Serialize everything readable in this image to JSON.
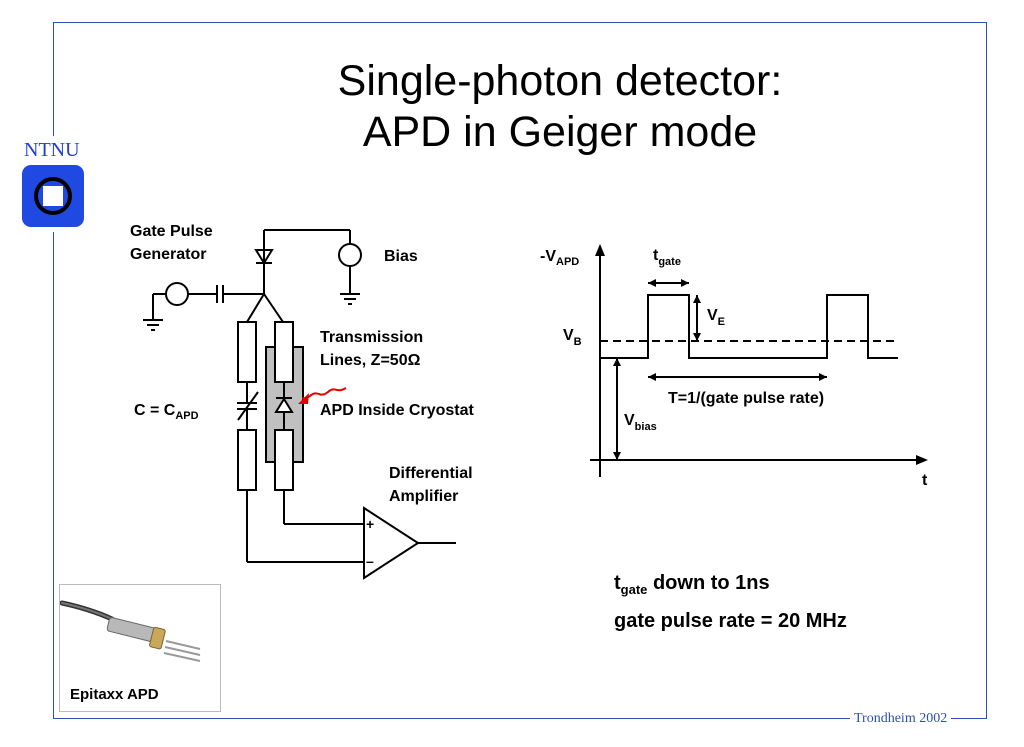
{
  "slide": {
    "title_line1": "Single-photon detector:",
    "title_line2": "APD in Geiger mode",
    "footer": "Trondheim 2002",
    "logo_text": "NTNU",
    "accent_color": "#2f4fb0",
    "logo_color": "#1f49e0"
  },
  "circuit": {
    "gate_pulse_label1": "Gate Pulse",
    "gate_pulse_label2": "Generator",
    "bias_label": "Bias",
    "tl_label1": "Transmission",
    "tl_label2": "Lines, Z=50Ω",
    "cap_label_main": "C = C",
    "cap_label_sub": "APD",
    "apd_label": "APD Inside Cryostat",
    "amp_label1": "Differential",
    "amp_label2": "Amplifier",
    "plus": "+",
    "minus": "–"
  },
  "timing": {
    "y_axis_main": "-V",
    "y_axis_sub": "APD",
    "x_axis": "t",
    "tgate_main": "t",
    "tgate_sub": "gate",
    "ve_main": "V",
    "ve_sub": "E",
    "vb_main": "V",
    "vb_sub": "B",
    "vbias_main": "V",
    "vbias_sub": "bias",
    "period_label": "T=1/(gate pulse rate)"
  },
  "notes": {
    "line1_main": "t",
    "line1_sub": "gate",
    "line1_rest": " down to 1ns",
    "line2": "gate pulse rate = 20 MHz"
  },
  "photo": {
    "caption": "Epitaxx APD"
  }
}
